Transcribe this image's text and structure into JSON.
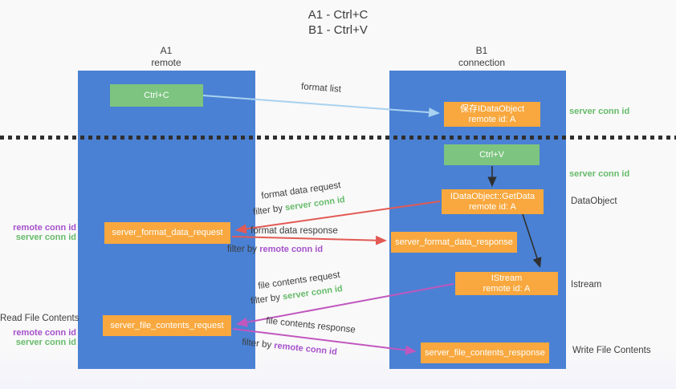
{
  "title": {
    "line1": "A1 - Ctrl+C",
    "line2": "B1 - Ctrl+V"
  },
  "columns": {
    "a": {
      "header": "A1",
      "subheader": "remote"
    },
    "b": {
      "header": "B1",
      "subheader": "connection"
    }
  },
  "boxes": {
    "ctrl_c": "Ctrl+C",
    "ctrl_v": "Ctrl+V",
    "save_idataobject": {
      "line1": "保存IDataObject",
      "line2": "remote id: A"
    },
    "getdata": {
      "line1": "IDataObject::GetData",
      "line2": "remote id: A"
    },
    "istream": {
      "line1": "IStream",
      "line2": "remote id: A"
    },
    "server_format_data_request": "server_format_data_request",
    "server_format_data_response": "server_format_data_response",
    "server_file_contents_request": "server_file_contents_request",
    "server_file_contents_response": "server_file_contents_response"
  },
  "edge_labels": {
    "format_list": "format list",
    "format_data_request": "format data request",
    "format_data_response": "format data response",
    "file_contents_request": "file contents request",
    "file_contents_response": "file contents response",
    "filter_by": "filter by ",
    "server_conn_id": "server conn id",
    "remote_conn_id": "remote conn id"
  },
  "side_labels": {
    "server_conn_id_top": "server conn id",
    "server_conn_id_mid": "server conn id",
    "dataobject": "DataObject",
    "istream": "Istream",
    "write_file_contents": "Write File Contents",
    "read_file_contents": "Read File Contents",
    "remote_conn_id_format": "remote conn id",
    "server_conn_id_format": "server conn id",
    "remote_conn_id_file": "remote conn id",
    "server_conn_id_file": "server conn id"
  },
  "colors": {
    "lifeline_blue": "#4a81d4",
    "node_green": "#7cc47f",
    "node_orange": "#f8a83e",
    "text_green": "#66bb6a",
    "text_purple": "#a551cb",
    "arrow_red": "#e25a54",
    "arrow_magenta": "#c157be",
    "arrow_light_blue": "#a9d2f0",
    "arrow_black": "#2f2f2f"
  }
}
